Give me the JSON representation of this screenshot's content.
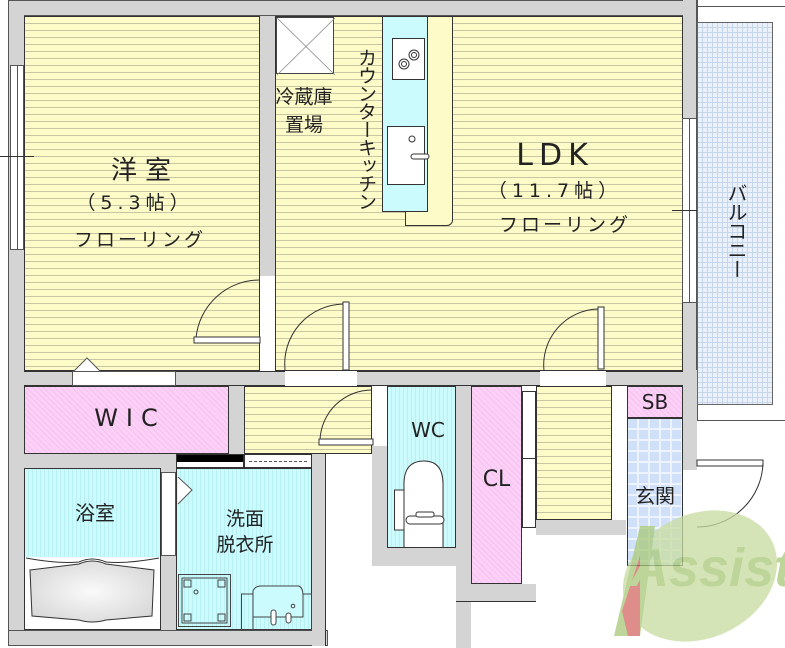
{
  "floorplan": {
    "rooms": {
      "western_room": {
        "name": "洋室",
        "size": "（5.3帖）",
        "floor": "フローリング"
      },
      "ldk": {
        "name": "LDK",
        "size": "（11.7帖）",
        "floor": "フローリング"
      },
      "fridge_space": {
        "line1": "冷蔵庫",
        "line2": "置場"
      },
      "kitchen": {
        "name": "カウンターキッチン"
      },
      "balcony": {
        "name": "バルコニー"
      },
      "wic": {
        "name": "WIC"
      },
      "wc": {
        "name": "WC"
      },
      "closet": {
        "name": "CL"
      },
      "shoe_box": {
        "name": "SB"
      },
      "entrance": {
        "name": "玄関"
      },
      "bathroom": {
        "name": "浴室"
      },
      "washroom": {
        "line1": "洗面",
        "line2": "脱衣所"
      }
    },
    "watermark": {
      "text": "Assist"
    },
    "colors": {
      "wall": "#d4d4d4",
      "wood_floor": "#fdfbc8",
      "wet_area": "#ccfbfd",
      "storage": "#fdd0f8",
      "tile": "#cfe0f8",
      "watermark_green": "#a8c878",
      "watermark_red": "#e05060"
    }
  }
}
